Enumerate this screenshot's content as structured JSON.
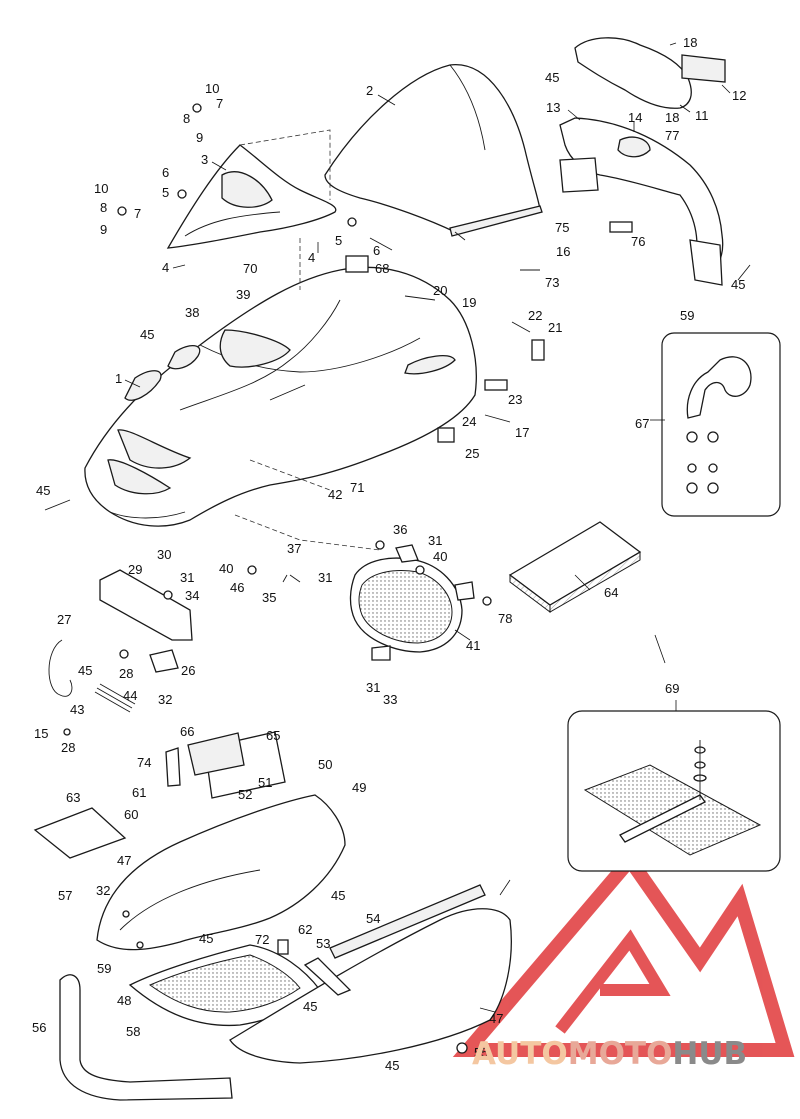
{
  "watermark": {
    "word_a": "AUTO",
    "word_b": "MOTO",
    "word_c": "HUB",
    "color_a": "#f4c7a1",
    "color_b": "#e8a898",
    "color_c": "#8a8a8a",
    "logo_color": "#e0383a"
  },
  "callouts": {
    "c1": "1",
    "c2": "2",
    "c3": "3",
    "c4a": "4",
    "c4b": "4",
    "c5a": "5",
    "c5b": "5",
    "c6a": "6",
    "c6b": "6",
    "c7a": "7",
    "c7b": "7",
    "c8a": "8",
    "c8b": "8",
    "c9a": "9",
    "c9b": "9",
    "c10a": "10",
    "c10b": "10",
    "c11": "11",
    "c12": "12",
    "c13": "13",
    "c14": "14",
    "c15": "15",
    "c16": "16",
    "c17": "17",
    "c18a": "18",
    "c18b": "18",
    "c19": "19",
    "c20": "20",
    "c21": "21",
    "c22": "22",
    "c23": "23",
    "c24": "24",
    "c25": "25",
    "c26": "26",
    "c27": "27",
    "c28a": "28",
    "c28b": "28",
    "c29": "29",
    "c30": "30",
    "c31a": "31",
    "c31b": "31",
    "c31c": "31",
    "c31d": "31",
    "c32a": "32",
    "c32b": "32",
    "c33": "33",
    "c34": "34",
    "c35": "35",
    "c36": "36",
    "c37": "37",
    "c38": "38",
    "c39": "39",
    "c40a": "40",
    "c40b": "40",
    "c41": "41",
    "c42": "42",
    "c43": "43",
    "c44": "44",
    "c45a": "45",
    "c45b": "45",
    "c45c": "45",
    "c45d": "45",
    "c45e": "45",
    "c45f": "45",
    "c45g": "45",
    "c45h": "45",
    "c45i": "45",
    "c46": "46",
    "c47a": "47",
    "c47b": "47",
    "c48": "48",
    "c49": "49",
    "c50": "50",
    "c51": "51",
    "c52": "52",
    "c53": "53",
    "c54": "54",
    "c55": "55",
    "c56": "56",
    "c57": "57",
    "c58": "58",
    "c59a": "59",
    "c59b": "59",
    "c60": "60",
    "c61": "61",
    "c62": "62",
    "c63": "63",
    "c64": "64",
    "c65": "65",
    "c66": "66",
    "c67": "67",
    "c68": "68",
    "c69": "69",
    "c70": "70",
    "c71": "71",
    "c72": "72",
    "c73": "73",
    "c74": "74",
    "c75": "75",
    "c76": "76",
    "c77": "77",
    "c78": "78"
  }
}
